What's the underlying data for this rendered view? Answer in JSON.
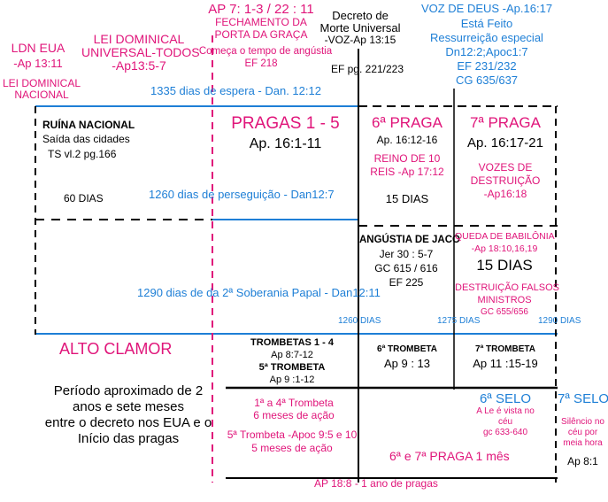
{
  "header": {
    "ldn_eua": "LDN   EUA",
    "ldn_ref": "-Ap 13:11",
    "lei_dominical_nacional": "LEI DOMINICAL NACIONAL",
    "lei_universal_1": "LEI DOMINICAL",
    "lei_universal_2": "UNIVERSAL-TODOS",
    "lei_universal_3": "-Ap13:5-7",
    "ap7_ref": "AP 7: 1-3  /  22 : 11",
    "fechamento_1": "FECHAMENTO DA",
    "fechamento_2": "PORTA DA GRAÇA",
    "comeca": "Começa o tempo de angústia",
    "ef218": "EF 218",
    "decreto_1": "Decreto de",
    "decreto_2": "Morte Universal",
    "decreto_3": "-VOZ-Ap 13:15",
    "ef_pg": "EF pg.  221/223",
    "voz_1": "VOZ DE DEUS -Ap.16:17",
    "voz_2": "Está Feito",
    "voz_3": "Ressurreição especial",
    "voz_4": "Dn12:2;Apoc1:7",
    "voz_5": "EF 231/232",
    "voz_6": "CG 635/637"
  },
  "periods": {
    "d1335": "1335 dias de espera - Dan. 12:12",
    "d1260": "1260 dias de perseguição - Dan12:7",
    "d1290": "1290 dias de da 2ª Soberania Papal - Dan12:11",
    "m1260": "1260 DIAS",
    "m1275": "1275 DIAS",
    "m1290": "1290 DIAS"
  },
  "ruina": {
    "l1": "RUÍNA NACIONAL",
    "l2": "Saída das cidades",
    "l3": "TS vl.2 pg.166",
    "dias": "60 DIAS"
  },
  "pragas": {
    "title": "PRAGAS 1 - 5",
    "ref": "Ap. 16:1-11"
  },
  "praga6": {
    "title": "6ª PRAGA",
    "ref": "Ap. 16:12-16",
    "reino_1": "REINO DE 10",
    "reino_2": "REIS -Ap 17:12",
    "dias": "15 DIAS"
  },
  "praga7": {
    "title": "7ª PRAGA",
    "ref": "Ap. 16:17-21",
    "vozes_1": "VOZES DE",
    "vozes_2": "DESTRUIÇÃO",
    "vozes_3": "-Ap16:18"
  },
  "angustia": {
    "l1": "ANGÚSTIA DE JACÓ",
    "l2": "Jer 30 : 5-7",
    "l3": "GC 615 / 616",
    "l4": "EF 225"
  },
  "babilonia": {
    "l1": "QUEDA DE BABILÔNIA",
    "l2": "-Ap 18:10,16,19",
    "dias": "15 DIAS",
    "dest_1": "DESTRUIÇÃO FALSOS",
    "dest_2": "MINISTROS",
    "dest_3": "GC 655/656"
  },
  "alto_clamor": "ALTO CLAMOR",
  "trombetas": {
    "t14": "TROMBETAS 1 - 4",
    "t14_ref": "Ap 8:7-12",
    "t5": "5ª TROMBETA",
    "t5_ref": "Ap 9 :1-12",
    "t6": "6ª TROMBETA",
    "t6_ref": "Ap 9 : 13",
    "t7": "7ª TROMBETA",
    "t7_ref": "Ap 11 :15-19"
  },
  "periodo": {
    "l1": "Período aproximado de 2",
    "l2": "anos e sete meses",
    "l3": "entre o decreto nos EUA e o",
    "l4": "Início das pragas"
  },
  "acao": {
    "l1": "1ª a 4ª Trombeta",
    "l2": "6 meses de ação",
    "l3": "5ª Trombeta -Apoc 9:5 e 10",
    "l4": "5 meses de ação"
  },
  "selo6": {
    "title": "6ª SELO",
    "l1": "A Le é vista no",
    "l2": "céu",
    "l3": "gc 633-640"
  },
  "selo7": {
    "title": "7ª SELO",
    "l1": "Silêncio no",
    "l2": "céu por",
    "l3": "meia hora",
    "ref": "Ap 8:1"
  },
  "pragas67": "6ª e 7ª  PRAGA   1 mês",
  "ap18": "AP 18:8 - 1 ano de pragas",
  "colors": {
    "magenta": "#e0157a",
    "blue": "#1e7fd6",
    "black": "#000000"
  }
}
